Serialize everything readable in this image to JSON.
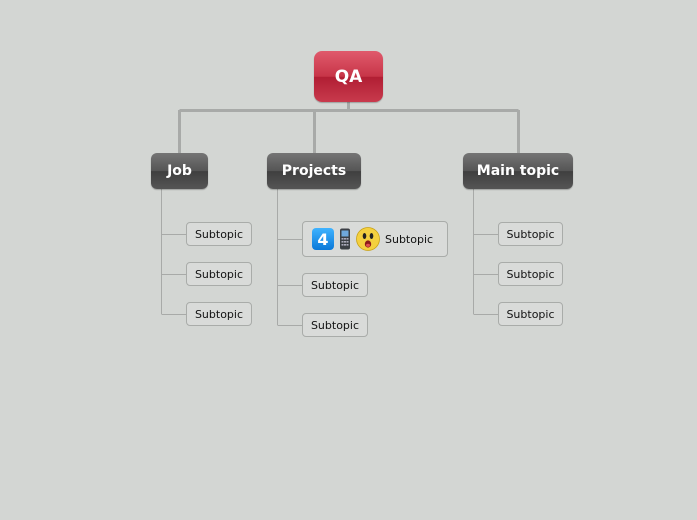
{
  "root": {
    "label": "QA",
    "color": "#c73548"
  },
  "branches": [
    {
      "label": "Job",
      "subtopics": [
        {
          "label": "Subtopic"
        },
        {
          "label": "Subtopic"
        },
        {
          "label": "Subtopic"
        }
      ]
    },
    {
      "label": "Projects",
      "subtopics": [
        {
          "label": "Subtopic",
          "icons": [
            "priority-4-icon",
            "mobile-phone-icon",
            "surprised-face-icon"
          ]
        },
        {
          "label": "Subtopic"
        },
        {
          "label": "Subtopic"
        }
      ]
    },
    {
      "label": "Main topic",
      "subtopics": [
        {
          "label": "Subtopic"
        },
        {
          "label": "Subtopic"
        },
        {
          "label": "Subtopic"
        }
      ]
    }
  ],
  "colors": {
    "background": "#d3d6d3",
    "connector": "#a8aaa8",
    "main_topic": "#555555",
    "subtopic_border": "#a9aca9"
  },
  "icon_glyphs": {
    "priority": "4"
  }
}
